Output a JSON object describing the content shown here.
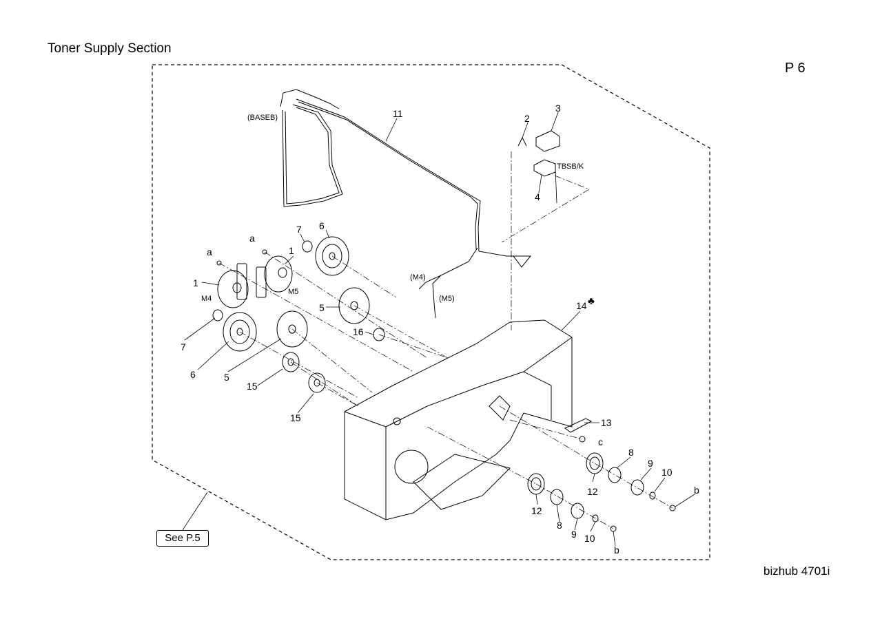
{
  "header": {
    "section_title": "Toner Supply Section",
    "page_label": "P 6"
  },
  "footer": {
    "model_name": "bizhub 4701i"
  },
  "reference": {
    "see_label": "See P.5"
  },
  "callouts": {
    "n1": "1",
    "n2": "2",
    "n3": "3",
    "n4": "4",
    "n5": "5",
    "n6": "6",
    "n7": "7",
    "n8": "8",
    "n9": "9",
    "n10": "10",
    "n11": "11",
    "n12": "12",
    "n13": "13",
    "n14": "14",
    "n15": "15",
    "n16": "16",
    "la": "a",
    "lb": "b",
    "lc": "c",
    "club": "♣"
  },
  "part_labels": {
    "baseb": "(BASEB)",
    "tbsb": "TBSB/K",
    "m4_conn": "(M4)",
    "m5_conn": "(M5)",
    "m4": "M4",
    "m5": "M5"
  }
}
